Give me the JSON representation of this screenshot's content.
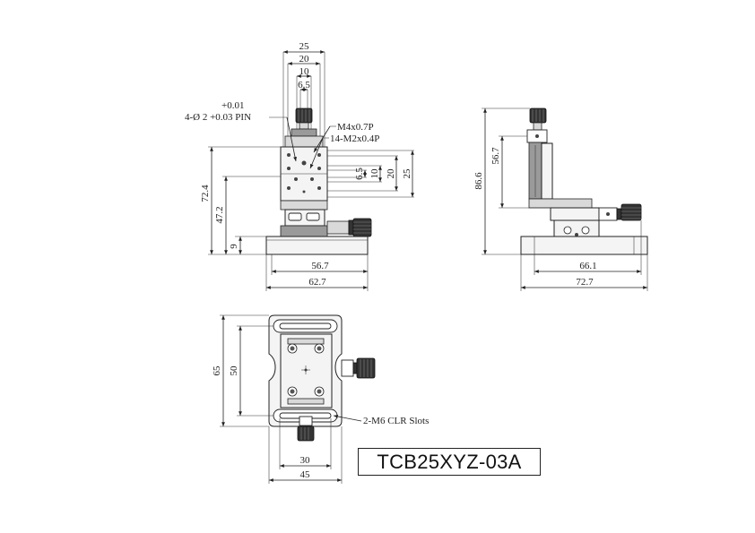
{
  "model": "TCB25XYZ-03A",
  "front_view": {
    "dims_top": [
      "25",
      "20",
      "10",
      "6.5"
    ],
    "pin_tolerance_plus": "+0.01",
    "pin_note": "4-Ø 2 +0.03 PIN",
    "thread_note_1": "M4x0.7P",
    "thread_note_2": "14-M2x0.4P",
    "dims_right": [
      "6.5",
      "10",
      "20",
      "25"
    ],
    "dims_left": [
      "72.4",
      "47.2",
      "9"
    ],
    "dims_bottom": [
      "56.7",
      "62.7"
    ]
  },
  "side_view": {
    "dims_left": [
      "56.7",
      "86.6"
    ],
    "dims_bottom": [
      "66.1",
      "72.7"
    ]
  },
  "top_view": {
    "dims_left": [
      "65",
      "50"
    ],
    "slot_note": "2-M6 CLR Slots",
    "dims_bottom": [
      "30",
      "45"
    ]
  }
}
